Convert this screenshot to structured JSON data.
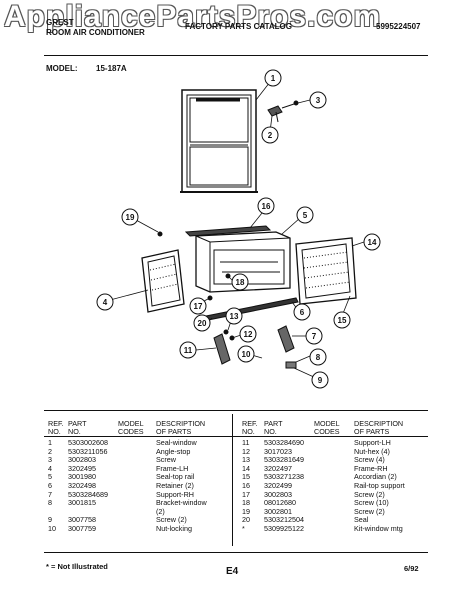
{
  "watermark": "AppliancePartsPros.com",
  "header": {
    "left_line1": "GREST",
    "left_line2": "ROOM AIR CONDITIONER",
    "center": "FACTORY PARTS CATALOG",
    "right": "5995224507"
  },
  "model": {
    "label": "MODEL:",
    "value": "15-187A"
  },
  "callouts": [
    "1",
    "2",
    "3",
    "4",
    "5",
    "6",
    "7",
    "8",
    "9",
    "10",
    "11",
    "12",
    "13",
    "14",
    "15",
    "16",
    "17",
    "18",
    "19",
    "20"
  ],
  "table": {
    "headers": {
      "ref": [
        "REF.",
        "NO."
      ],
      "part": [
        "PART",
        "NO."
      ],
      "model": [
        "MODEL",
        "CODES"
      ],
      "desc": [
        "DESCRIPTION",
        "OF PARTS"
      ]
    },
    "left_rows": [
      {
        "ref": "1",
        "part": "5303002608",
        "desc": "Seal-window"
      },
      {
        "ref": "2",
        "part": "5303211056",
        "desc": "Angle-stop"
      },
      {
        "ref": "3",
        "part": "3002803",
        "desc": "Screw"
      },
      {
        "ref": "4",
        "part": "3202495",
        "desc": "Frame-LH"
      },
      {
        "ref": "5",
        "part": "3001980",
        "desc": "Seal-top rail"
      },
      {
        "ref": "6",
        "part": "3202498",
        "desc": "Retainer (2)"
      },
      {
        "ref": "7",
        "part": "5303284689",
        "desc": "Support-RH"
      },
      {
        "ref": "8",
        "part": "3001815",
        "desc": "Bracket-window"
      },
      {
        "ref": "",
        "part": "",
        "desc": "(2)"
      },
      {
        "ref": "9",
        "part": "3007758",
        "desc": "Screw (2)"
      },
      {
        "ref": "10",
        "part": "3007759",
        "desc": "Nut-locking"
      }
    ],
    "right_rows": [
      {
        "ref": "11",
        "part": "5303284690",
        "desc": "Support-LH"
      },
      {
        "ref": "12",
        "part": "3017023",
        "desc": "Nut-hex (4)"
      },
      {
        "ref": "13",
        "part": "5303281649",
        "desc": "Screw (4)"
      },
      {
        "ref": "14",
        "part": "3202497",
        "desc": "Frame-RH"
      },
      {
        "ref": "15",
        "part": "5303271238",
        "desc": "Accordian (2)"
      },
      {
        "ref": "16",
        "part": "3202499",
        "desc": "Rail-top support"
      },
      {
        "ref": "17",
        "part": "3002803",
        "desc": "Screw (2)"
      },
      {
        "ref": "18",
        "part": "08012680",
        "desc": "Screw (10)"
      },
      {
        "ref": "19",
        "part": "3002801",
        "desc": "Screw (2)"
      },
      {
        "ref": "20",
        "part": "5303212504",
        "desc": "Seal"
      },
      {
        "ref": "*",
        "part": "5309925122",
        "desc": "Kit-window mtg"
      }
    ]
  },
  "footer": {
    "note": "* = Not Illustrated",
    "page_code": "E4",
    "date": "6/92"
  }
}
